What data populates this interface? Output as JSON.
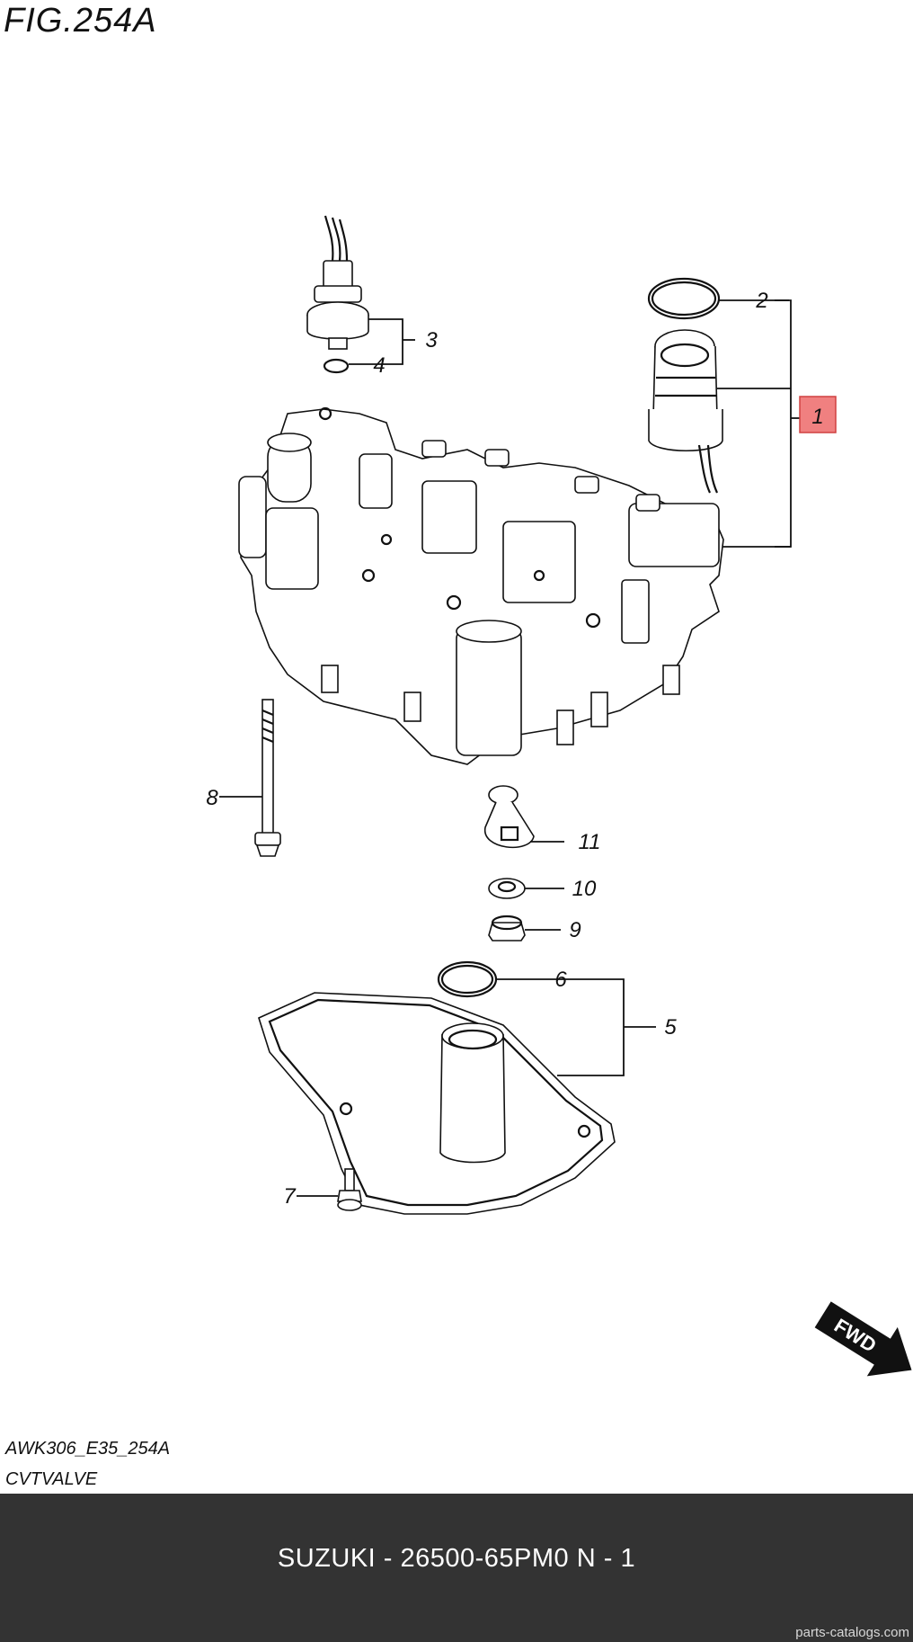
{
  "figure": {
    "title": "FIG.254A"
  },
  "callouts": {
    "c1": "1",
    "c2": "2",
    "c3": "3",
    "c4": "4",
    "c5": "5",
    "c6": "6",
    "c7": "7",
    "c8": "8",
    "c9": "9",
    "c10": "10",
    "c11": "11"
  },
  "badge": {
    "fwd": "FWD"
  },
  "footnote": {
    "code": "AWK306_E35_254A",
    "name": "CVTVALVE"
  },
  "footer": {
    "title": "SUZUKI - 26500-65PM0   N - 1",
    "site": "parts-catalogs.com"
  },
  "colors": {
    "highlight": "#f08080",
    "footer_bg": "#333333"
  }
}
